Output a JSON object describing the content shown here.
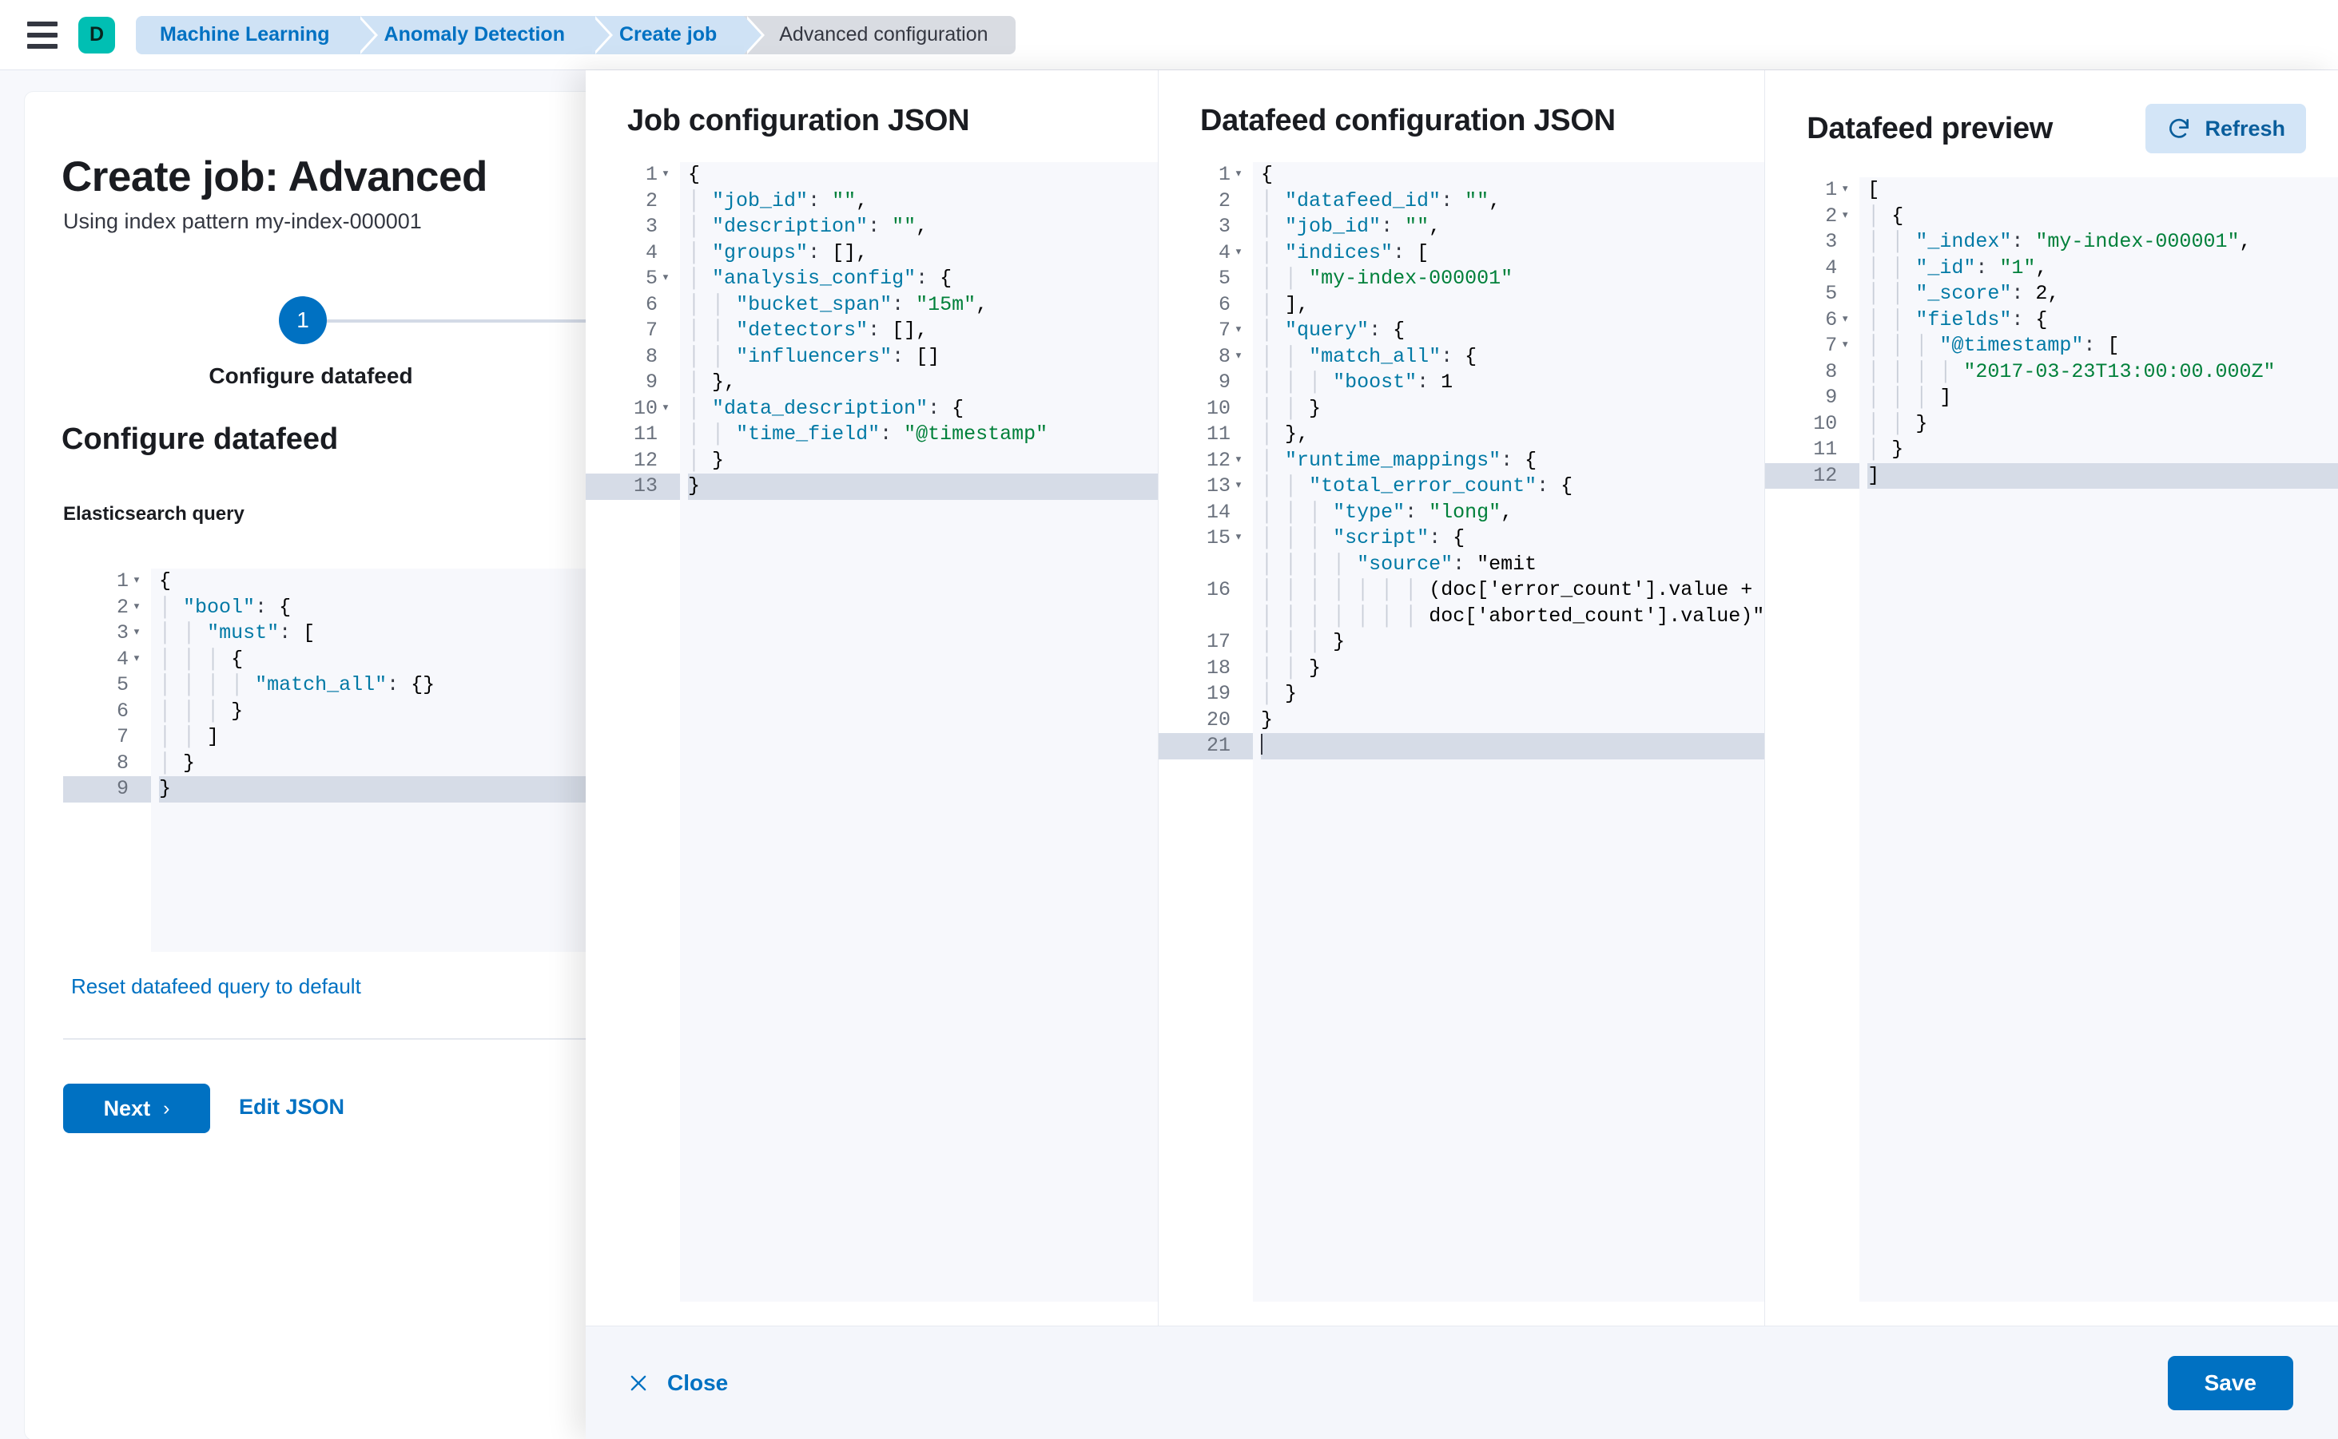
{
  "topbar": {
    "menu_icon": "hamburger-icon",
    "logo_letter": "D",
    "breadcrumbs": [
      {
        "label": "Machine Learning",
        "current": false
      },
      {
        "label": "Anomaly Detection",
        "current": false
      },
      {
        "label": "Create job",
        "current": false
      },
      {
        "label": "Advanced configuration",
        "current": true
      }
    ]
  },
  "left_page": {
    "title": "Create job: Advanced",
    "subtitle": "Using index pattern my-index-000001",
    "step_number": "1",
    "step_label": "Configure datafeed",
    "section_title": "Configure datafeed",
    "field_label": "Elasticsearch query",
    "reset_link": "Reset datafeed query to default",
    "next_button": "Next",
    "next_chevron": "›",
    "edit_json_link": "Edit JSON",
    "query_editor": {
      "highlight_line": 9,
      "lines": [
        {
          "n": "1",
          "fold": true,
          "text": "{"
        },
        {
          "n": "2",
          "fold": true,
          "text": "  \"bool\": {"
        },
        {
          "n": "3",
          "fold": true,
          "text": "    \"must\": ["
        },
        {
          "n": "4",
          "fold": true,
          "text": "      {"
        },
        {
          "n": "5",
          "fold": false,
          "text": "        \"match_all\": {}"
        },
        {
          "n": "6",
          "fold": false,
          "text": "      }"
        },
        {
          "n": "7",
          "fold": false,
          "text": "    ]"
        },
        {
          "n": "8",
          "fold": false,
          "text": "  }"
        },
        {
          "n": "9",
          "fold": false,
          "text": "}"
        }
      ]
    }
  },
  "flyout": {
    "panels": [
      {
        "title": "Job configuration JSON",
        "name": "job-configuration-json",
        "highlight_line": 13,
        "lines": [
          {
            "n": "1",
            "fold": true,
            "text": "{"
          },
          {
            "n": "2",
            "fold": false,
            "text": "  \"job_id\": \"\","
          },
          {
            "n": "3",
            "fold": false,
            "text": "  \"description\": \"\","
          },
          {
            "n": "4",
            "fold": false,
            "text": "  \"groups\": [],"
          },
          {
            "n": "5",
            "fold": true,
            "text": "  \"analysis_config\": {"
          },
          {
            "n": "6",
            "fold": false,
            "text": "    \"bucket_span\": \"15m\","
          },
          {
            "n": "7",
            "fold": false,
            "text": "    \"detectors\": [],"
          },
          {
            "n": "8",
            "fold": false,
            "text": "    \"influencers\": []"
          },
          {
            "n": "9",
            "fold": false,
            "text": "  },"
          },
          {
            "n": "10",
            "fold": true,
            "text": "  \"data_description\": {"
          },
          {
            "n": "11",
            "fold": false,
            "text": "    \"time_field\": \"@timestamp\""
          },
          {
            "n": "12",
            "fold": false,
            "text": "  }"
          },
          {
            "n": "13",
            "fold": false,
            "text": "}"
          }
        ]
      },
      {
        "title": "Datafeed configuration JSON",
        "name": "datafeed-configuration-json",
        "highlight_line": 21,
        "lines": [
          {
            "n": "1",
            "fold": true,
            "text": "{"
          },
          {
            "n": "2",
            "fold": false,
            "text": "  \"datafeed_id\": \"\","
          },
          {
            "n": "3",
            "fold": false,
            "text": "  \"job_id\": \"\","
          },
          {
            "n": "4",
            "fold": true,
            "text": "  \"indices\": ["
          },
          {
            "n": "5",
            "fold": false,
            "text": "    \"my-index-000001\""
          },
          {
            "n": "6",
            "fold": false,
            "text": "  ],"
          },
          {
            "n": "7",
            "fold": true,
            "text": "  \"query\": {"
          },
          {
            "n": "8",
            "fold": true,
            "text": "    \"match_all\": {"
          },
          {
            "n": "9",
            "fold": false,
            "text": "      \"boost\": 1"
          },
          {
            "n": "10",
            "fold": false,
            "text": "    }"
          },
          {
            "n": "11",
            "fold": false,
            "text": "  },"
          },
          {
            "n": "12",
            "fold": true,
            "text": "  \"runtime_mappings\": {"
          },
          {
            "n": "13",
            "fold": true,
            "text": "    \"total_error_count\": {"
          },
          {
            "n": "14",
            "fold": false,
            "text": "      \"type\": \"long\","
          },
          {
            "n": "15",
            "fold": true,
            "text": "      \"script\": {"
          },
          {
            "n": "16",
            "fold": false,
            "text": "        \"source\": \"emit(doc['error_count'].value + doc['aborted_count'].value)\""
          },
          {
            "n": "17",
            "fold": false,
            "text": "      }"
          },
          {
            "n": "18",
            "fold": false,
            "text": "    }"
          },
          {
            "n": "19",
            "fold": false,
            "text": "  }"
          },
          {
            "n": "20",
            "fold": false,
            "text": "}"
          },
          {
            "n": "21",
            "fold": false,
            "text": ""
          }
        ]
      },
      {
        "title": "Datafeed preview",
        "name": "datafeed-preview",
        "refresh_label": "Refresh",
        "refresh_icon": "refresh-icon",
        "highlight_line": 12,
        "lines": [
          {
            "n": "1",
            "fold": true,
            "text": "["
          },
          {
            "n": "2",
            "fold": true,
            "text": "  {"
          },
          {
            "n": "3",
            "fold": false,
            "text": "    \"_index\": \"my-index-000001\","
          },
          {
            "n": "4",
            "fold": false,
            "text": "    \"_id\": \"1\","
          },
          {
            "n": "5",
            "fold": false,
            "text": "    \"_score\": 2,"
          },
          {
            "n": "6",
            "fold": true,
            "text": "    \"fields\": {"
          },
          {
            "n": "7",
            "fold": true,
            "text": "      \"@timestamp\": ["
          },
          {
            "n": "8",
            "fold": false,
            "text": "        \"2017-03-23T13:00:00.000Z\""
          },
          {
            "n": "9",
            "fold": false,
            "text": "      ]"
          },
          {
            "n": "10",
            "fold": false,
            "text": "    }"
          },
          {
            "n": "11",
            "fold": false,
            "text": "  }"
          },
          {
            "n": "12",
            "fold": false,
            "text": "]"
          }
        ]
      }
    ],
    "footer": {
      "close_label": "Close",
      "close_icon": "close-icon",
      "save_label": "Save"
    }
  },
  "colors": {
    "accent": "#0071c2",
    "brand": "#00bfb3",
    "json_key": "#0079a5",
    "json_string": "#00803a",
    "editor_bg": "#f7f8fc",
    "highlight_row": "#d6dce7"
  }
}
